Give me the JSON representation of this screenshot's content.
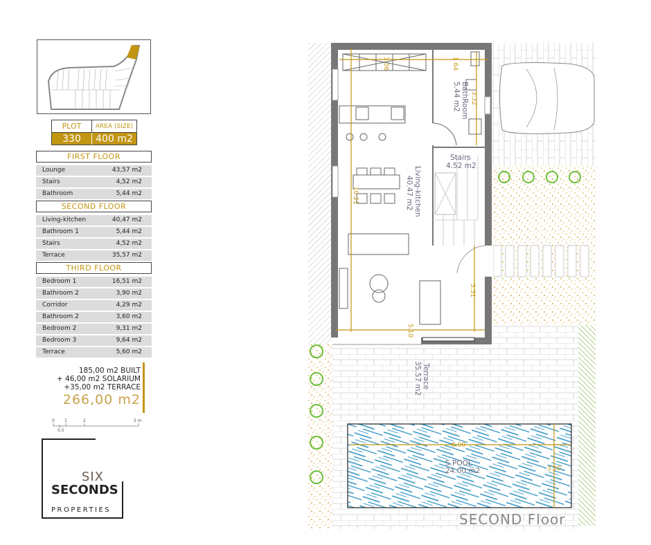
{
  "plot": {
    "plot_label": "PLOT",
    "area_label": "AREA (SIZE)",
    "plot_number": "330",
    "area_value": "400 m2"
  },
  "floors": [
    {
      "title": "FIRST FLOOR",
      "rooms": [
        {
          "name": "Lounge",
          "area": "43,57 m2"
        },
        {
          "name": "Stairs",
          "area": "4,52 m2"
        },
        {
          "name": "Bathroom",
          "area": "5,44 m2"
        }
      ]
    },
    {
      "title": "SECOND FLOOR",
      "rooms": [
        {
          "name": "Living-kitchen",
          "area": "40,47 m2"
        },
        {
          "name": "Bathroom 1",
          "area": "5,44 m2"
        },
        {
          "name": "Stairs",
          "area": "4,52 m2"
        },
        {
          "name": "Terrace",
          "area": "35,57 m2"
        }
      ]
    },
    {
      "title": "THIRD FLOOR",
      "rooms": [
        {
          "name": "Bedroom 1",
          "area": "16,51 m2"
        },
        {
          "name": "Bathroom 2",
          "area": "3,90 m2"
        },
        {
          "name": "Corridor",
          "area": "4,29 m2"
        },
        {
          "name": "Bathroom 2",
          "area": "3,60 m2"
        },
        {
          "name": "Bedroom 2",
          "area": "9,31 m2"
        },
        {
          "name": "Bedroom 3",
          "area": "9,64 m2"
        },
        {
          "name": "Terrace",
          "area": "5,60 m2"
        }
      ]
    }
  ],
  "totals": {
    "built": "185,00 m2 BUILT",
    "solarium": "+ 46,00 m2 SOLARIUM",
    "terrace": "+35,00 m2 TERRACE",
    "grand_total": "266,00 m2"
  },
  "scale": {
    "t0": "0",
    "t05": "0,5",
    "t1": "1",
    "t2": "2",
    "t5": "5 m"
  },
  "logo": {
    "six": "SIX",
    "seconds": "SECONDS",
    "properties": "PROPERTIES"
  },
  "plan": {
    "title": "SECOND Floor",
    "bathroom": {
      "name": "BathRoom",
      "area": "5.44 m2"
    },
    "stairs": {
      "name": "Stairs",
      "area": "4.52 m2"
    },
    "living": {
      "name": "Living-kitchen",
      "area": "40.47 m2"
    },
    "terrace": {
      "name": "Terrace",
      "area": "35.57 m2"
    },
    "pool": {
      "name": "S.POOL",
      "area": "24.00 m2"
    },
    "dims": {
      "top": "3.36",
      "bath_w": "1.64",
      "bath_h": "3.32",
      "length": "10.21",
      "width": "5.10",
      "door": "3.31",
      "pool_l": "8.00",
      "pool_w": "3.00"
    }
  },
  "colors": {
    "gold": "#c29512",
    "pool": "#2a8fc0",
    "wall": "#7a7a7a"
  }
}
